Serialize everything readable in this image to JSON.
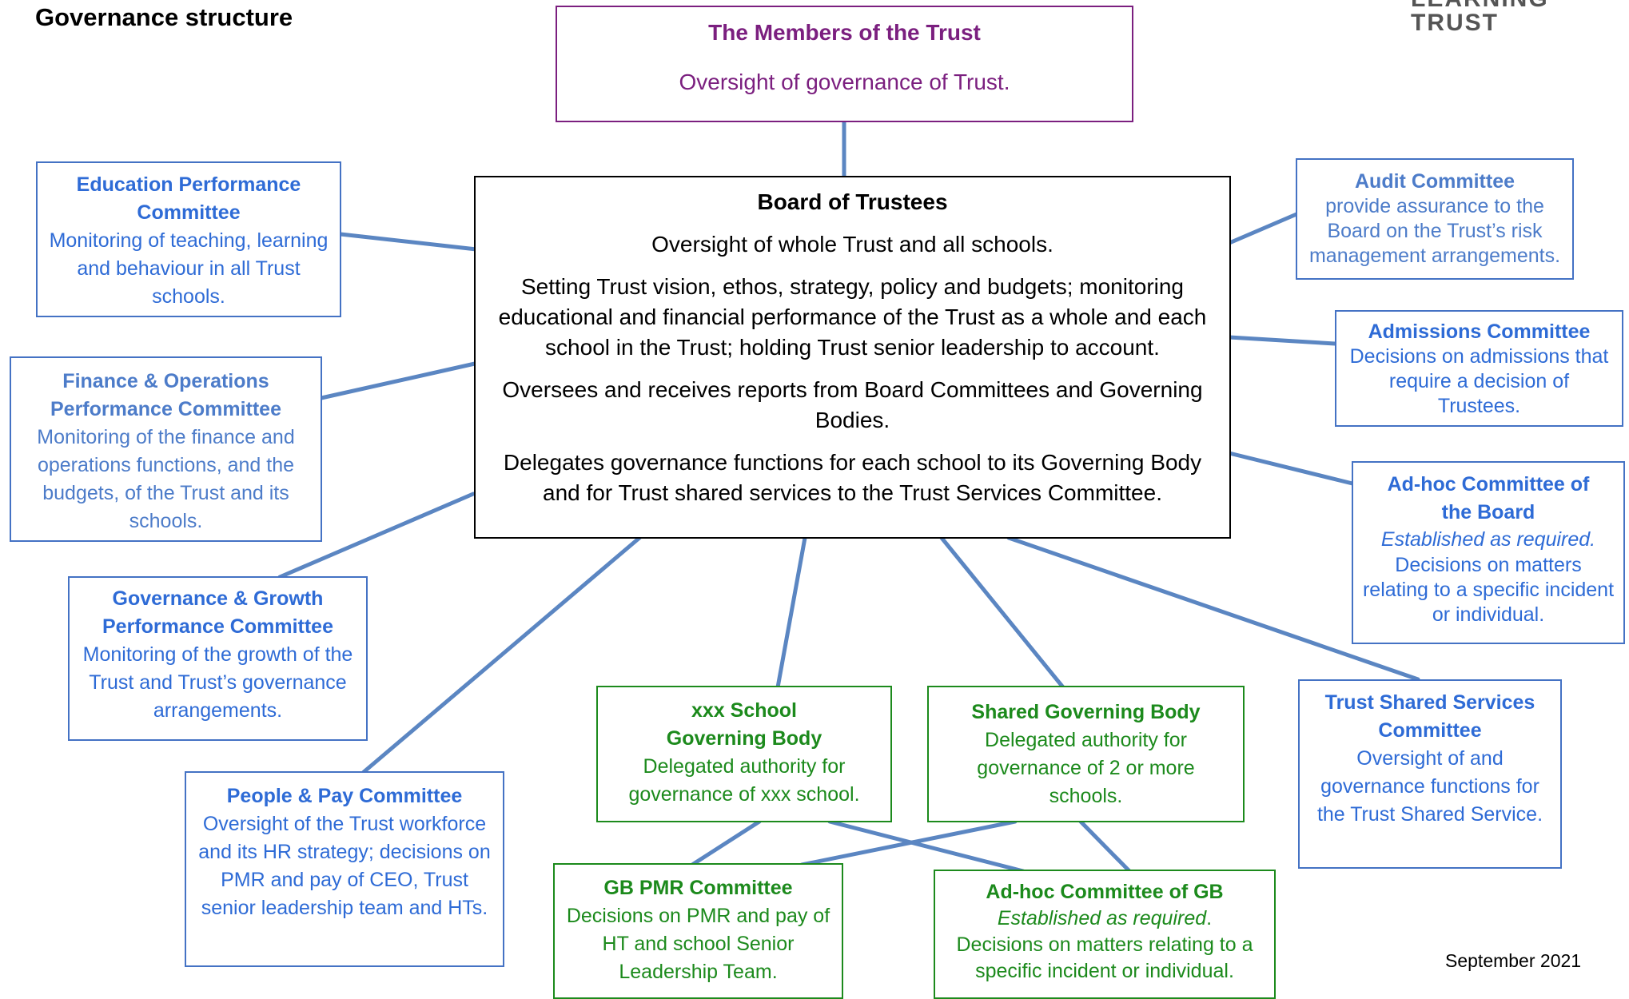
{
  "header": {
    "title": "Governance structure",
    "logo_text": "LEARNING TRUST",
    "date": "September 2021"
  },
  "members": {
    "title": "The Members of the Trust",
    "desc": "Oversight of governance of Trust."
  },
  "board": {
    "title": "Board of Trustees",
    "p1": "Oversight of whole Trust and all schools.",
    "p2": "Setting Trust vision, ethos, strategy, policy and budgets; monitoring educational and financial performance of the Trust as a whole and each school in the Trust; holding Trust senior leadership to account.",
    "p3": "Oversees and receives reports from Board Committees and Governing Bodies.",
    "p4": "Delegates governance functions for each school to its Governing Body and for Trust shared services to the Trust Services Committee."
  },
  "education": {
    "title": "Education Performance Committee",
    "desc": "Monitoring of teaching, learning and behaviour in all Trust schools."
  },
  "finance": {
    "title": "Finance & Operations Performance Committee",
    "desc": "Monitoring of the finance and operations functions, and the budgets, of the Trust and its schools."
  },
  "governance_growth": {
    "title": "Governance & Growth Performance Committee",
    "desc": "Monitoring of the growth of the Trust and Trust’s governance arrangements."
  },
  "people_pay": {
    "title": "People & Pay Committee",
    "desc": "Oversight of the Trust workforce and its HR strategy; decisions on PMR and pay of CEO, Trust senior leadership team and HTs."
  },
  "school_gb": {
    "title": "xxx School Governing Body",
    "desc": "Delegated authority for governance of xxx school."
  },
  "shared_gb": {
    "title": "Shared Governing Body",
    "desc": "Delegated authority for governance of 2 or more schools."
  },
  "gb_pmr": {
    "title": "GB PMR Committee",
    "desc": "Decisions on PMR and pay of HT and school Senior Leadership Team."
  },
  "adhoc_gb": {
    "title": "Ad-hoc Committee of GB",
    "note": "Established as required",
    "note_suffix": ".",
    "desc": "Decisions on matters relating to a specific incident or individual."
  },
  "audit": {
    "title": "Audit Committee",
    "desc": "provide assurance to the Board on the Trust’s risk management arrangements."
  },
  "admissions": {
    "title": "Admissions Committee",
    "desc": "Decisions on admissions that require a decision of Trustees."
  },
  "adhoc_board": {
    "title": "Ad-hoc Committee of the Board",
    "note": "Established as required.",
    "desc": "Decisions on matters relating to a specific incident or individual."
  },
  "shared_services": {
    "title": "Trust Shared Services Committee",
    "desc": "Oversight of and governance functions for the Trust Shared Service."
  },
  "colors": {
    "connector": "#5b86c2",
    "members": "#7b1f7f",
    "committee_blue": "#2e6bd6",
    "governing_green": "#1c8a1c"
  }
}
